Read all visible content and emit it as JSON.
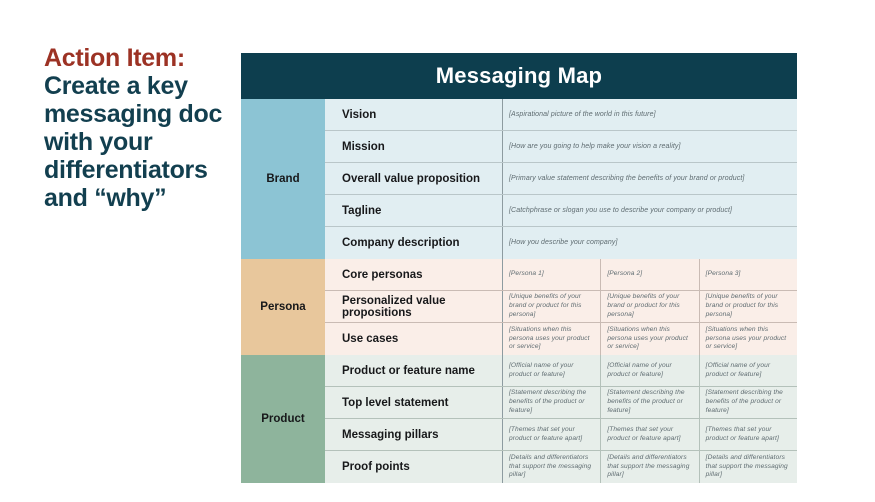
{
  "action_item": {
    "lead": "Action Item:",
    "body": "Create a key messaging doc with your differentiators and “why”",
    "lead_color": "#9c3224",
    "body_color": "#123f4f"
  },
  "map": {
    "title": "Messaging Map",
    "title_bar_color": "#0d3e4e",
    "sections": [
      {
        "name": "Brand",
        "cat_color": "#8cc4d4",
        "row_color": "#e1eef2",
        "columns": 1,
        "rows": [
          {
            "label": "Vision",
            "values": [
              "[Aspirational picture of the world in this future]"
            ]
          },
          {
            "label": "Mission",
            "values": [
              "[How are you going to help make your vision a reality]"
            ]
          },
          {
            "label": "Overall value proposition",
            "values": [
              "[Primary value statement describing the benefits of your brand or product]"
            ]
          },
          {
            "label": "Tagline",
            "values": [
              "[Catchphrase or slogan you use to describe your company or product]"
            ]
          },
          {
            "label": "Company description",
            "values": [
              "[How you describe your company]"
            ]
          }
        ]
      },
      {
        "name": "Persona",
        "cat_color": "#e8c79c",
        "row_color": "#faeee8",
        "columns": 3,
        "rows": [
          {
            "label": "Core personas",
            "values": [
              "[Persona 1]",
              "[Persona 2]",
              "[Persona 3]"
            ]
          },
          {
            "label": "Personalized value propositions",
            "values": [
              "[Unique benefits of your brand or product for this persona]",
              "[Unique benefits of your brand or product for this persona]",
              "[Unique benefits of your brand or product for this persona]"
            ]
          },
          {
            "label": "Use cases",
            "values": [
              "[Situations when this persona uses your product or service]",
              "[Situations when this persona uses your product or service]",
              "[Situations when this persona uses your product or service]"
            ]
          }
        ]
      },
      {
        "name": "Product",
        "cat_color": "#8eb49c",
        "row_color": "#e7eeea",
        "columns": 3,
        "rows": [
          {
            "label": "Product or feature name",
            "values": [
              "[Official name of your product or feature]",
              "[Official name of your product or feature]",
              "[Official name of your product or feature]"
            ]
          },
          {
            "label": "Top level statement",
            "values": [
              "[Statement describing the benefits of the product or feature]",
              "[Statement describing the benefits of the product or feature]",
              "[Statement describing the benefits of the product or feature]"
            ]
          },
          {
            "label": "Messaging pillars",
            "values": [
              "[Themes that set your product or feature apart]",
              "[Themes that set your product or feature apart]",
              "[Themes that set your product or feature apart]"
            ]
          },
          {
            "label": "Proof points",
            "values": [
              "[Details and differentiators that support the messaging pillar]",
              "[Details and differentiators that support the messaging pillar]",
              "[Details and differentiators that support the messaging pillar]"
            ]
          }
        ]
      }
    ]
  }
}
